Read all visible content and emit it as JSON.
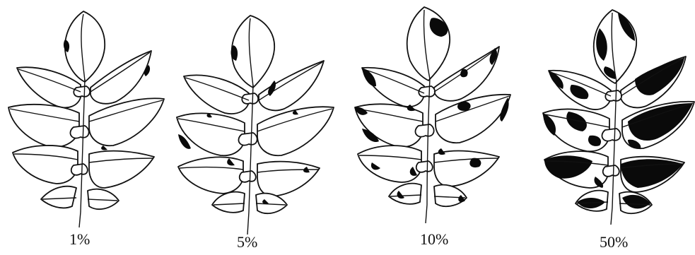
{
  "figure": {
    "panels": [
      {
        "label": "1%",
        "severity_fraction": 0.01
      },
      {
        "label": "5%",
        "severity_fraction": 0.05
      },
      {
        "label": "10%",
        "severity_fraction": 0.1
      },
      {
        "label": "50%",
        "severity_fraction": 0.5
      }
    ],
    "colors": {
      "outline": "#111111",
      "leaf_fill": "#ffffff",
      "lesion": "#0a0a0a",
      "background": "#ffffff"
    }
  }
}
